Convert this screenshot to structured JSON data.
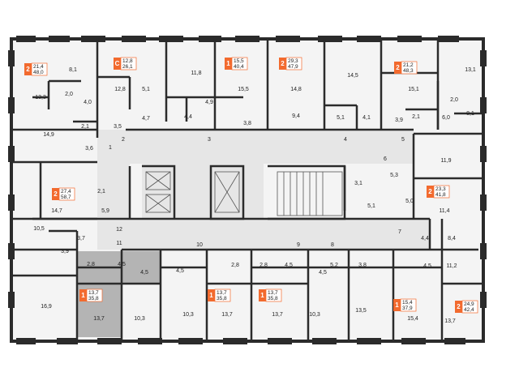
{
  "colors": {
    "wall": "#2b2b2b",
    "unit_fill": "#f4f4f4",
    "corridor_fill": "#e6e6e6",
    "highlight_fill": "#b4b4b4",
    "badge": "#f26a2e",
    "badge_outline": "#f26a2e"
  },
  "icons": [
    "stair-icon",
    "elevator-icon"
  ],
  "apartments": [
    {
      "id": "a1",
      "rooms": "2",
      "living": "21,4",
      "total": "48,0"
    },
    {
      "id": "a2",
      "rooms": "С",
      "living": "12,8",
      "total": "26,1"
    },
    {
      "id": "a3",
      "rooms": "1",
      "living": "15,5",
      "total": "40,4"
    },
    {
      "id": "a4",
      "rooms": "2",
      "living": "29,3",
      "total": "47,9"
    },
    {
      "id": "a5",
      "rooms": "2",
      "living": "21,2",
      "total": "48,3"
    },
    {
      "id": "a6",
      "rooms": "2",
      "living": "27,4",
      "total": "58,7"
    },
    {
      "id": "a7",
      "rooms": "2",
      "living": "23,3",
      "total": "41,8"
    },
    {
      "id": "a8",
      "rooms": "1",
      "living": "13,7",
      "total": "35,8",
      "highlighted": true
    },
    {
      "id": "a9",
      "rooms": "1",
      "living": "13,7",
      "total": "35,8"
    },
    {
      "id": "a10",
      "rooms": "1",
      "living": "13,7",
      "total": "35,8"
    },
    {
      "id": "a11",
      "rooms": "1",
      "living": "15,4",
      "total": "37,9"
    },
    {
      "id": "a12",
      "rooms": "2",
      "living": "24,9",
      "total": "42,4"
    }
  ],
  "room_areas": [
    "8,1",
    "13,3",
    "4,0",
    "2,0",
    "14,9",
    "2,1",
    "3,6",
    "12,8",
    "5,1",
    "3,5",
    "4,7",
    "11,8",
    "4,4",
    "4,9",
    "15,5",
    "3,8",
    "14,8",
    "9,4",
    "14,5",
    "5,1",
    "4,1",
    "15,1",
    "13,1",
    "3,9",
    "2,1",
    "6,0",
    "8,1",
    "2,0",
    "11,9",
    "14,7",
    "2,1",
    "5,9",
    "3,1",
    "5,0",
    "5,1",
    "11,4",
    "10,5",
    "3,7",
    "3,9",
    "2,8",
    "4,5",
    "4,5",
    "4,5",
    "2,8",
    "2,8",
    "4,5",
    "4,5",
    "5,2",
    "3,8",
    "4,4",
    "8,4",
    "4,5",
    "11,2",
    "16,9",
    "13,7",
    "10,3",
    "10,3",
    "13,7",
    "13,7",
    "10,3",
    "13,5",
    "15,4",
    "13,7"
  ],
  "corridor_numbers": [
    "1",
    "2",
    "3",
    "4",
    "5",
    "6",
    "5,3",
    "12",
    "11",
    "10",
    "9",
    "8",
    "7"
  ]
}
